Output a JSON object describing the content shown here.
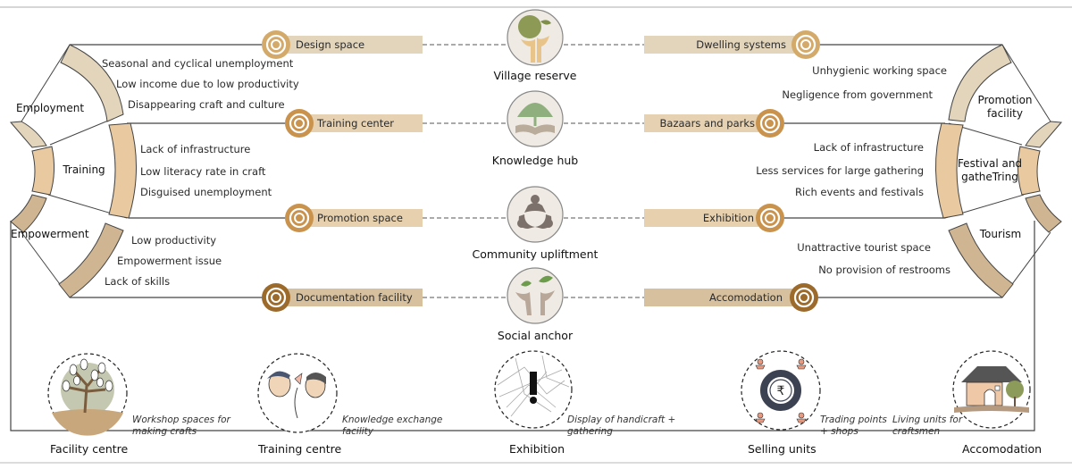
{
  "colors": {
    "light_band": "#e3d5bb",
    "mid_band": "#e8c9a0",
    "dark_band": "#cfb592",
    "target_light": "#d4aa6a",
    "target_mid": "#c9934e",
    "target_dark": "#9c6b2c",
    "line": "#444444",
    "hub_fill": "#ece8e1"
  },
  "left_segments": [
    {
      "label": "Employment"
    },
    {
      "label": "Training"
    },
    {
      "label": "Empowerment"
    }
  ],
  "right_segments": [
    {
      "label_line1": "Promotion",
      "label_line2": "facility"
    },
    {
      "label_line1": "Festival and",
      "label_line2": "gatheTring"
    },
    {
      "label_line1": "Tourism",
      "label_line2": ""
    }
  ],
  "left_issues": [
    [
      "Seasonal and cyclical unemployment",
      "Low income due to low productivity",
      "Disappearing craft and culture"
    ],
    [
      "Lack of infrastructure",
      "Low literacy rate in craft",
      "Disguised unemployment"
    ],
    [
      "Low productivity",
      "Empowerment issue",
      "Lack of skills"
    ]
  ],
  "right_issues": [
    [
      "Unhygienic working space",
      "Negligence from government"
    ],
    [
      "Lack of infrastructure",
      "Less services for large gathering",
      "Rich events and festivals"
    ],
    [
      "Unattractive tourist space",
      "No provision of restrooms"
    ]
  ],
  "left_pills": [
    "Design space",
    "Training center",
    "Promotion space",
    "Documentation facility"
  ],
  "right_pills": [
    "Dwelling systems",
    "Bazaars and parks",
    "Exhibition",
    "Accomodation"
  ],
  "hubs": [
    {
      "label": "Village reserve",
      "icon": "hands-holding-fruit-icon"
    },
    {
      "label": "Knowledge hub",
      "icon": "tree-book-icon"
    },
    {
      "label": "Community upliftment",
      "icon": "community-circle-icon"
    },
    {
      "label": "Social anchor",
      "icon": "hands-leaves-icon"
    }
  ],
  "bottom": [
    {
      "title": "Facility centre",
      "caption1": "Workshop spaces for",
      "caption2": "making crafts",
      "icon": "tree-icon"
    },
    {
      "title": "Training centre",
      "caption1": "Knowledge exchange",
      "caption2": "facility",
      "icon": "people-exchange-icon"
    },
    {
      "title": "Exhibition",
      "caption1": "Display of handicraft +",
      "caption2": "gathering",
      "icon": "map-pin-icon"
    },
    {
      "title": "Selling units",
      "caption1": "Trading points",
      "caption2": "+ shops",
      "icon": "rupee-cycle-icon"
    },
    {
      "title": "Accomodation",
      "caption1": "Living units for",
      "caption2": "craftsmen",
      "icon": "house-icon"
    }
  ]
}
